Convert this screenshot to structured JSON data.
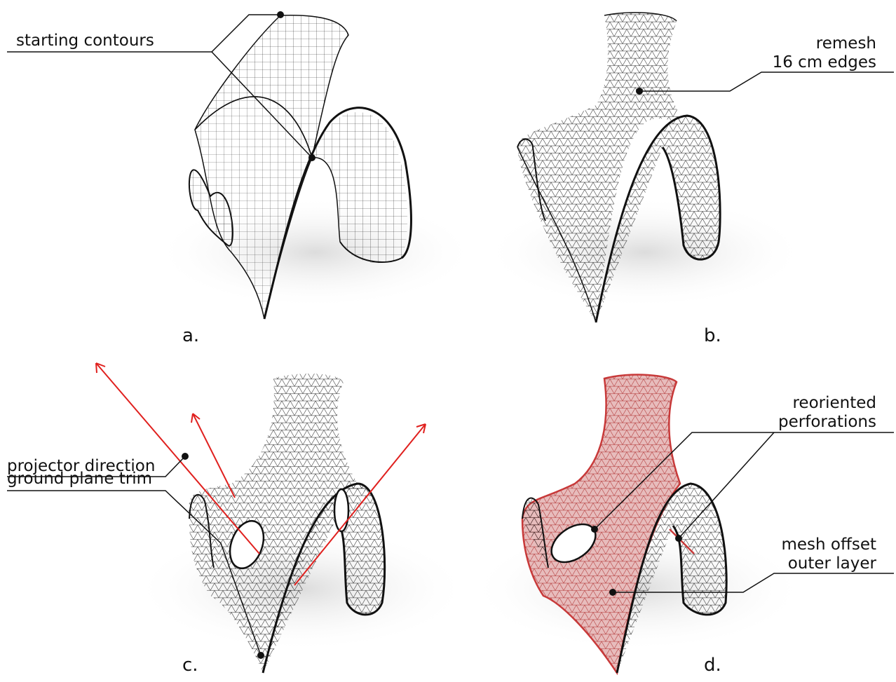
{
  "panels": [
    {
      "tag": "a.",
      "callouts": [
        {
          "lines": [
            "starting contours"
          ]
        }
      ]
    },
    {
      "tag": "b.",
      "callouts": [
        {
          "lines": [
            "remesh",
            "16 cm edges"
          ]
        }
      ]
    },
    {
      "tag": "c.",
      "callouts": [
        {
          "lines": [
            "projector direction"
          ]
        },
        {
          "lines": [
            "ground plane trim"
          ]
        }
      ]
    },
    {
      "tag": "d.",
      "callouts": [
        {
          "lines": [
            "reoriented",
            "perforations"
          ]
        },
        {
          "lines": [
            "mesh offset",
            "outer layer"
          ]
        }
      ]
    }
  ],
  "colors": {
    "ink": "#111111",
    "mesh_line": "#3a3a3a",
    "projector_arrow": "#e0201e",
    "offset_layer_fill": "#e7bcbc",
    "offset_layer_line": "#c93a3a"
  }
}
